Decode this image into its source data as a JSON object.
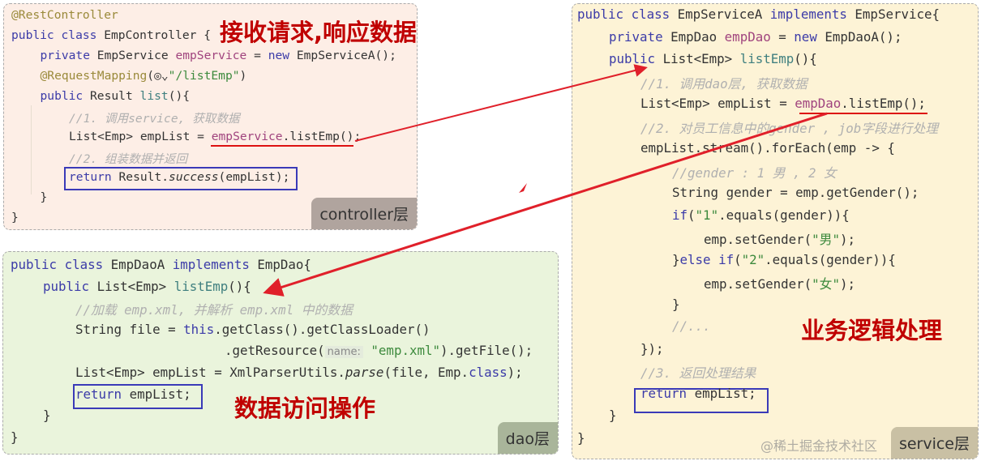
{
  "controller": {
    "title": "接收请求,响应数据",
    "tag": "controller层",
    "lines": [
      {
        "i": 0,
        "t": [
          [
            "@RestController",
            "ann"
          ]
        ]
      },
      {
        "i": 0,
        "t": [
          [
            "public class ",
            "kw"
          ],
          [
            "EmpController {",
            ""
          ]
        ]
      },
      {
        "i": 1,
        "t": [
          [
            "private ",
            "kw"
          ],
          [
            "EmpService ",
            ""
          ],
          [
            "empService",
            "field"
          ],
          [
            " = ",
            ""
          ],
          [
            "new ",
            "kw"
          ],
          [
            "EmpServiceA();",
            ""
          ]
        ]
      },
      {
        "i": 1,
        "t": [
          [
            "@RequestMapping",
            "ann"
          ],
          [
            "(◎⌄",
            ""
          ],
          [
            "\"/listEmp\"",
            "str"
          ],
          [
            ")",
            ""
          ]
        ]
      },
      {
        "i": 1,
        "t": [
          [
            "public ",
            "kw"
          ],
          [
            "Result ",
            ""
          ],
          [
            "list",
            "fn"
          ],
          [
            "(){",
            ""
          ]
        ]
      },
      {
        "i": 2,
        "t": [
          [
            "//1. 调用service, 获取数据",
            "cm"
          ]
        ]
      },
      {
        "i": 2,
        "t": [
          [
            "List<Emp> empList = ",
            ""
          ],
          [
            "empService",
            "field"
          ],
          [
            ".listEmp();",
            ""
          ]
        ]
      },
      {
        "i": 2,
        "t": [
          [
            "//2. 组装数据并返回",
            "cm"
          ]
        ]
      },
      {
        "i": 2,
        "t": [
          [
            "return ",
            "kw"
          ],
          [
            "Result.",
            ""
          ],
          [
            "success",
            "it"
          ],
          [
            "(empList);",
            ""
          ]
        ]
      },
      {
        "i": 1,
        "t": [
          [
            "}",
            ""
          ]
        ]
      },
      {
        "i": 0,
        "t": [
          [
            "}",
            ""
          ]
        ]
      }
    ]
  },
  "service": {
    "title": "业务逻辑处理",
    "tag": "service层",
    "lines": [
      {
        "i": 0,
        "t": [
          [
            "public class ",
            "kw"
          ],
          [
            "EmpServiceA ",
            ""
          ],
          [
            "implements ",
            "kw"
          ],
          [
            "EmpService{",
            ""
          ]
        ]
      },
      {
        "i": 1,
        "t": [
          [
            "private ",
            "kw"
          ],
          [
            "EmpDao ",
            ""
          ],
          [
            "empDao",
            "field"
          ],
          [
            " = ",
            ""
          ],
          [
            "new ",
            "kw"
          ],
          [
            "EmpDaoA();",
            ""
          ]
        ]
      },
      {
        "i": 1,
        "t": [
          [
            "public ",
            "kw"
          ],
          [
            "List<Emp> ",
            ""
          ],
          [
            "listEmp",
            "fn"
          ],
          [
            "(){",
            ""
          ]
        ]
      },
      {
        "i": 2,
        "t": [
          [
            "//1. 调用dao层, 获取数据",
            "cm"
          ]
        ]
      },
      {
        "i": 2,
        "t": [
          [
            "List<Emp> empList = ",
            ""
          ],
          [
            "empDao",
            "field"
          ],
          [
            ".listEmp();",
            ""
          ]
        ]
      },
      {
        "i": 2,
        "t": [
          [
            "//2. 对员工信息中的gender , job字段进行处理",
            "cm"
          ]
        ]
      },
      {
        "i": 2,
        "t": [
          [
            "empList.stream().forEach(emp -> {",
            ""
          ]
        ]
      },
      {
        "i": 3,
        "t": [
          [
            "//gender : 1 男 , 2 女",
            "cm"
          ]
        ]
      },
      {
        "i": 3,
        "t": [
          [
            "String gender = emp.getGender();",
            ""
          ]
        ]
      },
      {
        "i": 3,
        "t": [
          [
            "if",
            "kw"
          ],
          [
            "(",
            ""
          ],
          [
            "\"1\"",
            "str"
          ],
          [
            ".equals(gender)){",
            ""
          ]
        ]
      },
      {
        "i": 4,
        "t": [
          [
            "emp.setGender(",
            ""
          ],
          [
            "\"男\"",
            "str"
          ],
          [
            ");",
            ""
          ]
        ]
      },
      {
        "i": 3,
        "t": [
          [
            "}",
            ""
          ],
          [
            "else if",
            "kw"
          ],
          [
            "(",
            ""
          ],
          [
            "\"2\"",
            "str"
          ],
          [
            ".equals(gender)){",
            ""
          ]
        ]
      },
      {
        "i": 4,
        "t": [
          [
            "emp.setGender(",
            ""
          ],
          [
            "\"女\"",
            "str"
          ],
          [
            ");",
            ""
          ]
        ]
      },
      {
        "i": 3,
        "t": [
          [
            "}",
            ""
          ]
        ]
      },
      {
        "i": 3,
        "t": [
          [
            "//...",
            "cm"
          ]
        ]
      },
      {
        "i": 2,
        "t": [
          [
            "});",
            ""
          ]
        ]
      },
      {
        "i": 2,
        "t": [
          [
            "//3. 返回处理结果",
            "cm"
          ]
        ]
      },
      {
        "i": 2,
        "t": [
          [
            "return ",
            "kw"
          ],
          [
            "empList;",
            ""
          ]
        ]
      },
      {
        "i": 1,
        "t": [
          [
            "}",
            ""
          ]
        ]
      },
      {
        "i": 0,
        "t": [
          [
            "}",
            ""
          ]
        ]
      }
    ]
  },
  "dao": {
    "title": "数据访问操作",
    "tag": "dao层",
    "lines": [
      {
        "i": 0,
        "t": [
          [
            "public class ",
            "kw"
          ],
          [
            "EmpDaoA ",
            ""
          ],
          [
            "implements ",
            "kw"
          ],
          [
            "EmpDao{",
            ""
          ]
        ]
      },
      {
        "i": 1,
        "t": [
          [
            "public ",
            "kw"
          ],
          [
            "List<Emp> ",
            ""
          ],
          [
            "listEmp",
            "fn"
          ],
          [
            "(){",
            ""
          ]
        ]
      },
      {
        "i": 2,
        "t": [
          [
            "//加载 emp.xml, 并解析 emp.xml 中的数据",
            "cm"
          ]
        ]
      },
      {
        "i": 2,
        "t": [
          [
            "String file = ",
            ""
          ],
          [
            "this",
            "kw"
          ],
          [
            ".getClass().getClassLoader()",
            ""
          ]
        ]
      },
      {
        "i": 6.6,
        "t": [
          [
            ".getResource(",
            ""
          ],
          [
            "name:",
            "hint"
          ],
          [
            " ",
            ""
          ],
          [
            "\"emp.xml\"",
            "str"
          ],
          [
            ").getFile();",
            ""
          ]
        ]
      },
      {
        "i": 2,
        "t": [
          [
            "List<Emp> empList = XmlParserUtils.",
            ""
          ],
          [
            "parse",
            "it"
          ],
          [
            "(file, Emp.",
            ""
          ],
          [
            "class",
            "kw"
          ],
          [
            ");",
            ""
          ]
        ]
      },
      {
        "i": 2,
        "t": [
          [
            "return ",
            "kw"
          ],
          [
            "empList;",
            ""
          ]
        ]
      },
      {
        "i": 1,
        "t": [
          [
            "}",
            ""
          ]
        ]
      },
      {
        "i": 0,
        "t": [
          [
            "}",
            ""
          ]
        ]
      }
    ]
  },
  "watermark": "@稀土掘金技术社区",
  "colors": {
    "arrow": "#e0202a",
    "box": "#3a3ab8",
    "title": "#c00000"
  }
}
